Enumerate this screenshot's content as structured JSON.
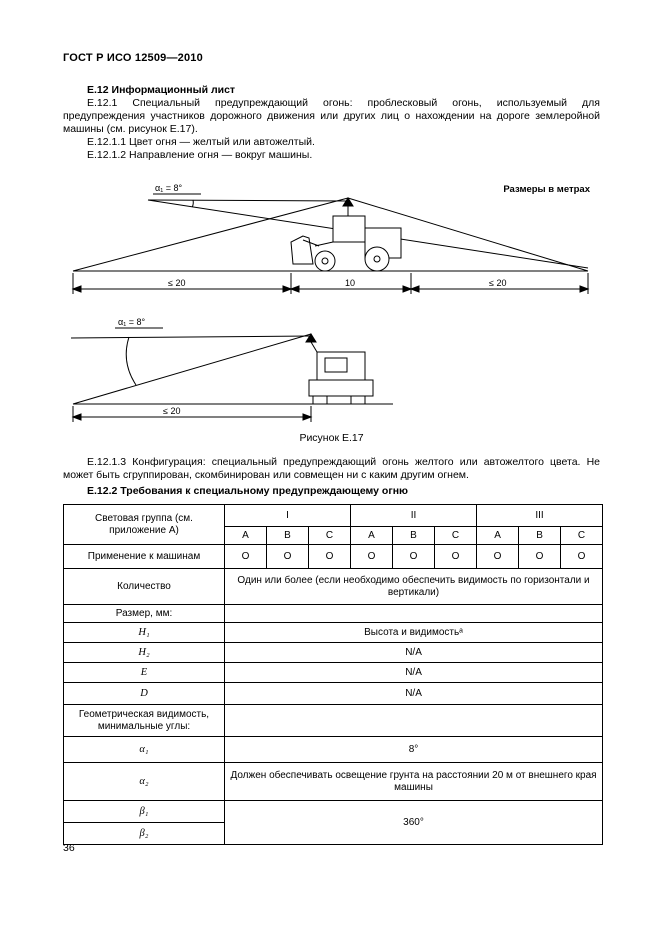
{
  "page": {
    "header": "ГОСТ Р ИСО 12509—2010",
    "page_number": "36"
  },
  "content": {
    "heading_e12": "Е.12 Информационный лист",
    "para_e121": "Е.12.1 Специальный предупреждающий огонь: проблесковый огонь, используемый для предупреждения участников дорожного движения или других лиц о нахождении на дороге землеройной машины (см. рисунок Е.17).",
    "para_e1211": "Е.12.1.1 Цвет огня — желтый или автожелтый.",
    "para_e1212": "Е.12.1.2 Направление огня — вокруг машины.",
    "para_e1213": "Е.12.1.3 Конфигурация: специальный предупреждающий огонь желтого или автожелтого цвета. Не может быть сгруппирован, скомбинирован или совмещен ни с каким другим огнем.",
    "heading_e122": "Е.12.2 Требования к специальному предупреждающему огню"
  },
  "figure": {
    "units_note": "Размеры в метрах",
    "angle_label_top": "α₁ = 8°",
    "angle_label_bottom": "α₁ = 8°",
    "dim_left": "≤ 20",
    "dim_center": "10",
    "dim_right": "≤ 20",
    "dim_bottom": "≤ 20",
    "caption": "Рисунок Е.17"
  },
  "table": {
    "col_group_header": "Световая группа (см. приложение А)",
    "groups": [
      "I",
      "II",
      "III"
    ],
    "subcols": [
      "A",
      "B",
      "C",
      "A",
      "B",
      "C",
      "A",
      "B",
      "C"
    ],
    "rows": {
      "application": {
        "label": "Применение к машинам",
        "values": [
          "О",
          "О",
          "О",
          "О",
          "О",
          "О",
          "О",
          "О",
          "О"
        ]
      },
      "quantity": {
        "label": "Количество",
        "value": "Один или более (если необходимо обеспечить видимость по горизонтали и вертикали)"
      },
      "size": {
        "label": "Размер, мм:",
        "h1": {
          "symbol": "H₁",
          "value": "Высота и видимостьᵃ"
        },
        "h2": {
          "symbol": "H₂",
          "value": "N/A"
        },
        "e": {
          "symbol": "E",
          "value": "N/A"
        },
        "d": {
          "symbol": "D",
          "value": "N/A"
        }
      },
      "visibility": {
        "label": "Геометрическая видимость, минимальные углы:",
        "alpha1": {
          "symbol": "α₁",
          "value": "8°"
        },
        "alpha2": {
          "symbol": "α₂",
          "value": "Должен обеспечивать освещение грунта на расстоянии 20 м от внешнего края машины"
        },
        "beta1": {
          "symbol": "β₁"
        },
        "beta2": {
          "symbol": "β₂"
        },
        "beta_value": "360°"
      }
    }
  }
}
